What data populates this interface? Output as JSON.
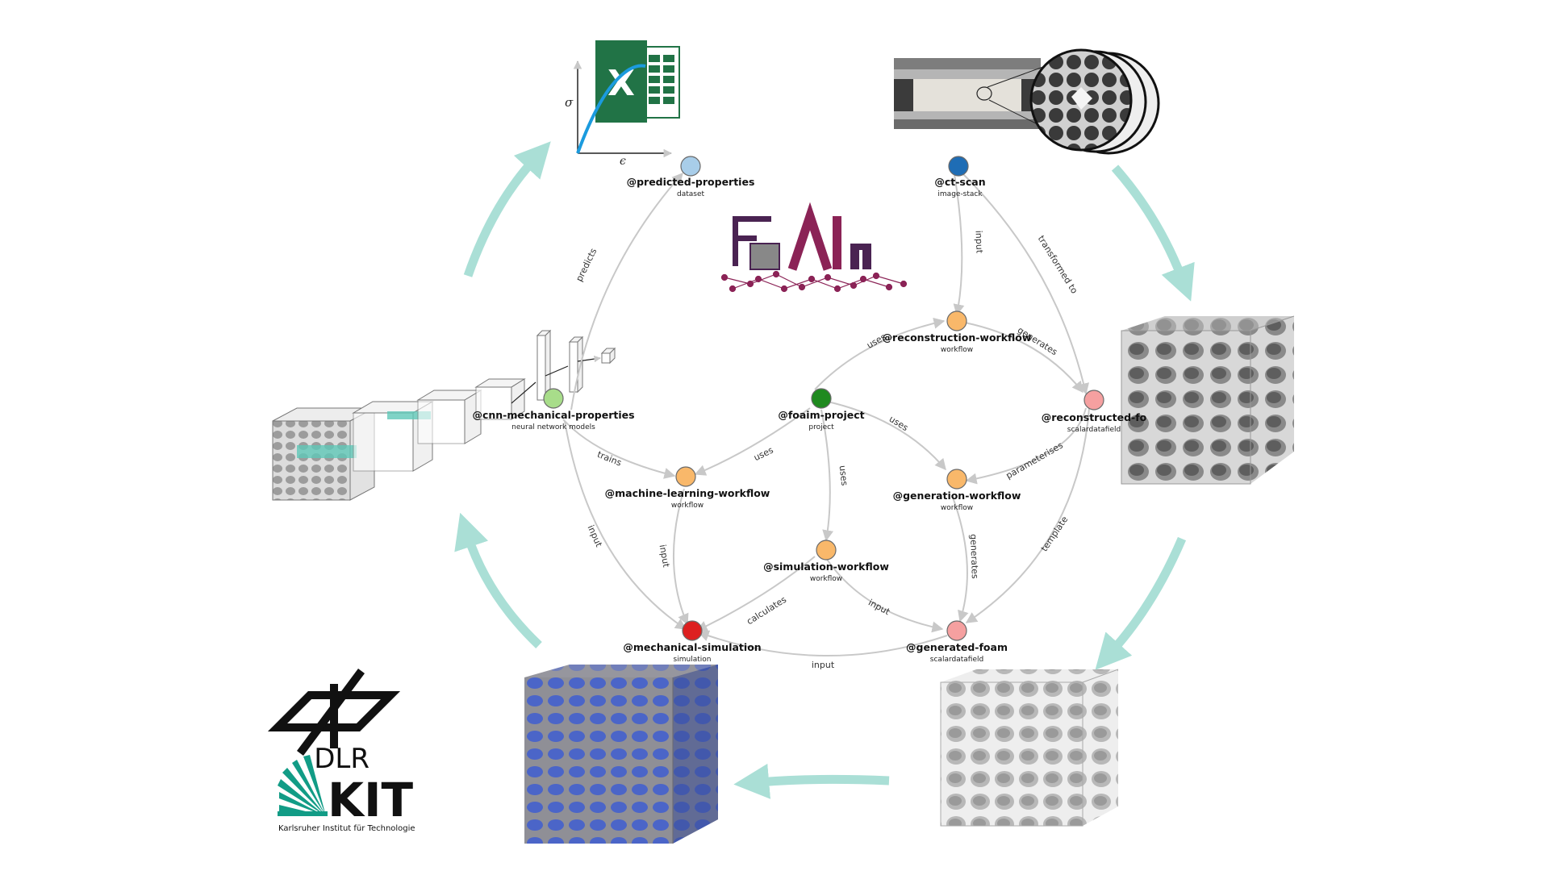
{
  "colors": {
    "project": "#1f8a1f",
    "workflow": "#f9b86a",
    "scalardatafield": "#f5a0a0",
    "image_stack": "#1f6db5",
    "dataset": "#a8cde9",
    "nn_model": "#a8dd8a",
    "simulation": "#dd2020",
    "cycle_arrow": "#aadfd6",
    "edge": "#c8c8c8",
    "logo_purple": "#4a2352",
    "logo_magenta": "#8b2356",
    "excel_green": "#217346",
    "mesh_blue": "#4b65c8"
  },
  "nodes": {
    "predicted": {
      "title": "@predicted-properties",
      "type": "dataset"
    },
    "ct_scan": {
      "title": "@ct-scan",
      "type": "image-stack"
    },
    "reconstruction_wf": {
      "title": "@reconstruction-workflow",
      "type": "workflow"
    },
    "project": {
      "title": "@foaim-project",
      "type": "project"
    },
    "reconstructed": {
      "title": "@reconstructed-fo",
      "type": "scalardatafield"
    },
    "cnn": {
      "title": "@cnn-mechanical-properties",
      "type": "neural network models"
    },
    "ml_wf": {
      "title": "@machine-learning-workflow",
      "type": "workflow"
    },
    "generation_wf": {
      "title": "@generation-workflow",
      "type": "workflow"
    },
    "simulation_wf": {
      "title": "@simulation-workflow",
      "type": "workflow"
    },
    "mech_sim": {
      "title": "@mechanical-simulation",
      "type": "simulation"
    },
    "generated": {
      "title": "@generated-foam",
      "type": "scalardatafield"
    }
  },
  "edges": {
    "predicts": "predicts",
    "input_ct": "input",
    "transformed_to": "transformed to",
    "uses_recon": "uses",
    "generates_recon": "generates",
    "uses_gen": "uses",
    "uses_ml": "uses",
    "uses_sim": "uses",
    "parameterises": "parameterises",
    "trains": "trains",
    "input_cnn": "input",
    "input_ml": "input",
    "generates_gen": "generates",
    "template": "template",
    "calculates": "calculates",
    "input_sim": "input",
    "input_bottom": "input"
  },
  "chart_inset": {
    "y_symbol": "σ",
    "x_symbol": "ϵ",
    "excel_letter": "X"
  },
  "logos": {
    "dlr": "DLR",
    "kit": "KIT",
    "kit_subtitle": "Karlsruher Institut für Technologie"
  },
  "icons": [
    "excel-icon",
    "ct-scan-photo",
    "reconstructed-foam-render",
    "generated-foam-render",
    "simulation-mesh-render",
    "cnn-architecture-diagram",
    "foaim-logo",
    "dlr-logo",
    "kit-logo"
  ]
}
